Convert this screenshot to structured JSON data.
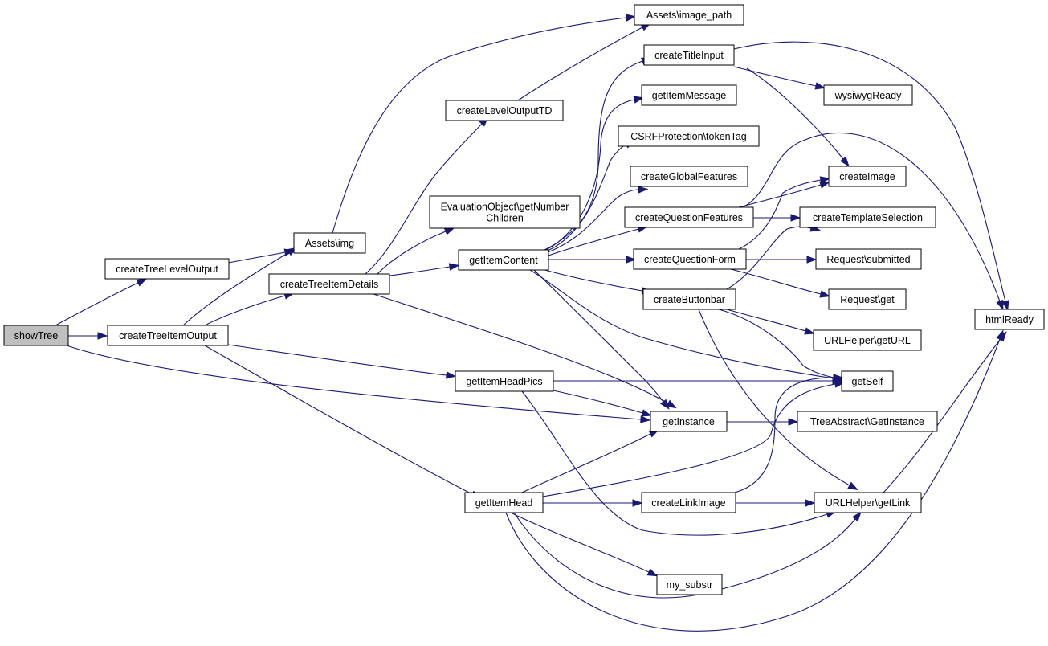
{
  "colors": {
    "edge": "#191970",
    "node_border": "#000000",
    "root_fill": "#bfbfbf",
    "node_fill": "#ffffff"
  },
  "nodes": {
    "showTree": [
      "showTree"
    ],
    "createTreeLevelOutput": [
      "createTreeLevelOutput"
    ],
    "createTreeItemOutput": [
      "createTreeItemOutput"
    ],
    "assetsImg": [
      "Assets\\img"
    ],
    "createTreeItemDetails": [
      "createTreeItemDetails"
    ],
    "assetsImagePath": [
      "Assets\\image_path"
    ],
    "createLevelOutputTD": [
      "createLevelOutputTD"
    ],
    "evalGetNumberChildren": [
      "EvaluationObject\\getNumber",
      "Children"
    ],
    "getItemContent": [
      "getItemContent"
    ],
    "getItemHeadPics": [
      "getItemHeadPics"
    ],
    "getItemHead": [
      "getItemHead"
    ],
    "createTitleInput": [
      "createTitleInput"
    ],
    "getItemMessage": [
      "getItemMessage"
    ],
    "csrfTokenTag": [
      "CSRFProtection\\tokenTag"
    ],
    "createGlobalFeatures": [
      "createGlobalFeatures"
    ],
    "createQuestionFeatures": [
      "createQuestionFeatures"
    ],
    "createQuestionForm": [
      "createQuestionForm"
    ],
    "createButtonbar": [
      "createButtonbar"
    ],
    "getInstance": [
      "getInstance"
    ],
    "createLinkImage": [
      "createLinkImage"
    ],
    "mySubstr": [
      "my_substr"
    ],
    "wysiwygReady": [
      "wysiwygReady"
    ],
    "createImage": [
      "createImage"
    ],
    "createTemplateSelection": [
      "createTemplateSelection"
    ],
    "requestSubmitted": [
      "Request\\submitted"
    ],
    "requestGet": [
      "Request\\get"
    ],
    "urlHelperGetURL": [
      "URLHelper\\getURL"
    ],
    "getSelf": [
      "getSelf"
    ],
    "treeAbstractGetInstance": [
      "TreeAbstract\\GetInstance"
    ],
    "urlHelperGetLink": [
      "URLHelper\\getLink"
    ],
    "htmlReady": [
      "htmlReady"
    ]
  }
}
